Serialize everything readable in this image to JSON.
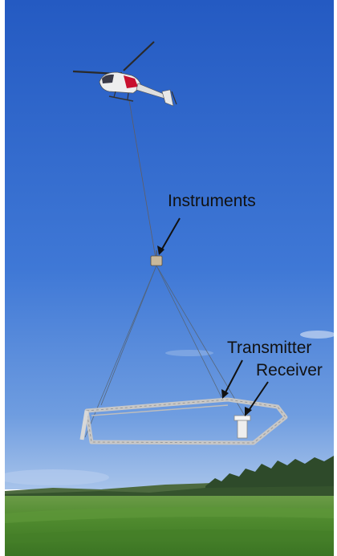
{
  "labels": {
    "instruments": "Instruments",
    "transmitter": "Transmitter",
    "receiver": "Receiver"
  },
  "colors": {
    "sky_top": "#2a5fc4",
    "sky_horizon": "#8fb4e8",
    "field_green": "#4f8a2e",
    "tree_line": "#2e4a2a",
    "annotation_text": "#111111"
  },
  "scene": {
    "subjects": [
      "helicopter",
      "instrument-pod",
      "transmitter-frame",
      "receiver-coil",
      "tow-cable",
      "tree-line",
      "field"
    ]
  }
}
